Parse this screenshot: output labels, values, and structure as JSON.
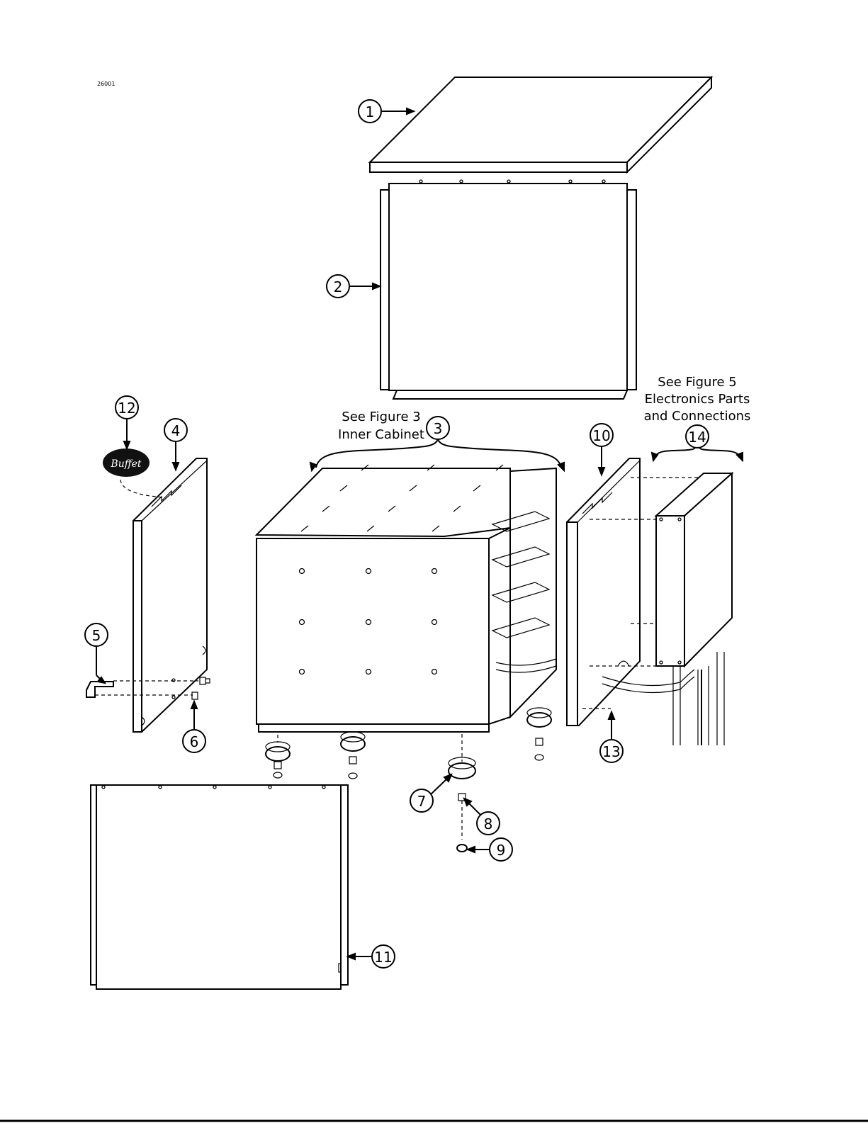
{
  "figure_code": "26001",
  "callouts": [
    "1",
    "2",
    "3",
    "4",
    "5",
    "6",
    "7",
    "8",
    "9",
    "10",
    "11",
    "12",
    "13",
    "14"
  ],
  "notes": {
    "inner_cabinet": [
      "See Figure 3",
      "Inner Cabinet"
    ],
    "electronics": [
      "See Figure 5",
      "Electronics Parts",
      "and Connections"
    ]
  },
  "logo_text": "Buffet",
  "colors": {
    "ink": "#000000",
    "paper": "#ffffff",
    "logo_fill": "#111111"
  }
}
